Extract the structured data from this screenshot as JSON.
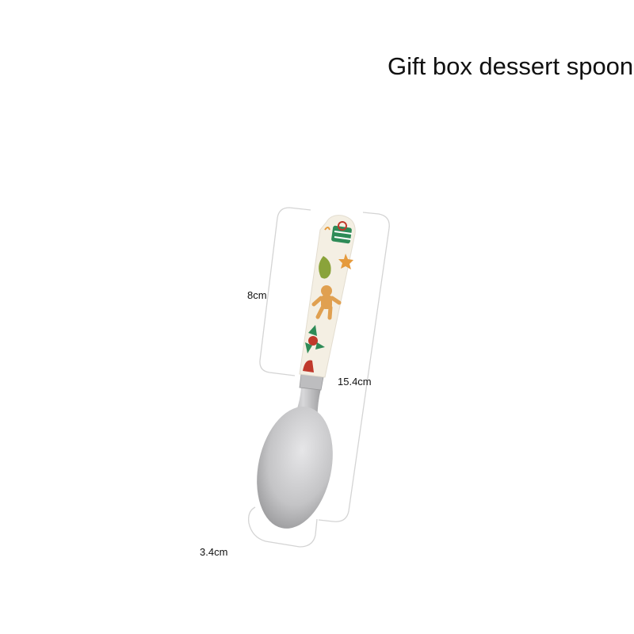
{
  "title": "Gift box dessert spoon",
  "dimensions": {
    "handle_length": "8cm",
    "total_length": "15.4cm",
    "bowl_width": "3.4cm"
  },
  "colors": {
    "handle": "#f4efe3",
    "metal": "#c9c9cb",
    "bracket": "#d8d8d8"
  }
}
